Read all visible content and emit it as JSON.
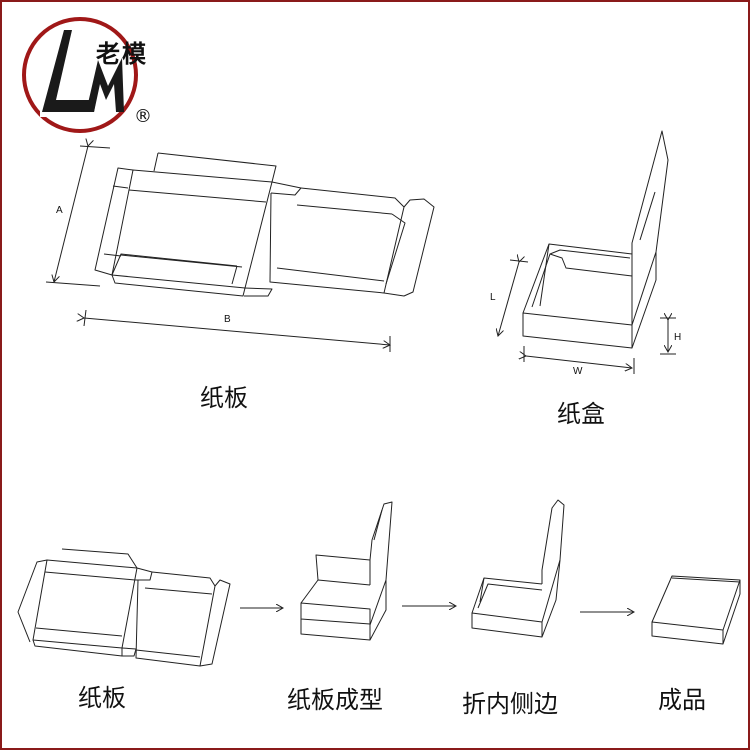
{
  "brand": {
    "name": "老模",
    "registered_mark": "®",
    "logo_letters": "LM"
  },
  "colors": {
    "logo_ring": "#a01818",
    "line": "#222222",
    "frame": "#8a1a1a"
  },
  "top": {
    "flat_label": "纸板",
    "box_label": "纸盒",
    "dims": {
      "a": "A",
      "b": "B",
      "l": "L",
      "w": "W",
      "h": "H"
    }
  },
  "steps": [
    {
      "label": "纸板"
    },
    {
      "label": "纸板成型"
    },
    {
      "label": "折内侧边"
    },
    {
      "label": "成品"
    }
  ]
}
